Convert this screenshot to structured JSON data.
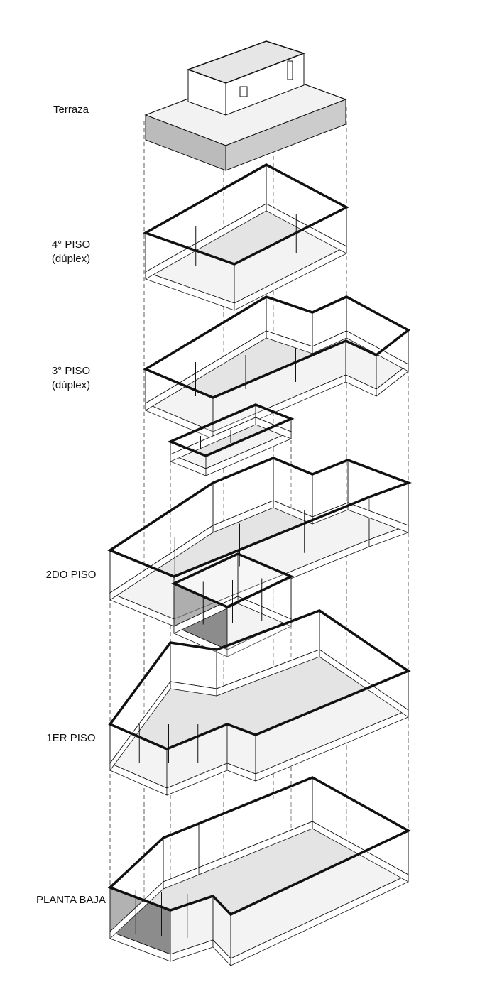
{
  "title": "Exploded axonometric floor plans",
  "levels": [
    {
      "name": "Terraza",
      "sub": ""
    },
    {
      "name": "4° PISO",
      "sub": "(dúplex)"
    },
    {
      "name": "3° PISO",
      "sub": "(dúplex)"
    },
    {
      "name": "2DO PISO",
      "sub": ""
    },
    {
      "name": "1ER PISO",
      "sub": ""
    },
    {
      "name": "PLANTA BAJA",
      "sub": ""
    }
  ],
  "colors": {
    "line": "#111111",
    "floor": "#e4e4e4",
    "shade": "#c8c8c8"
  }
}
